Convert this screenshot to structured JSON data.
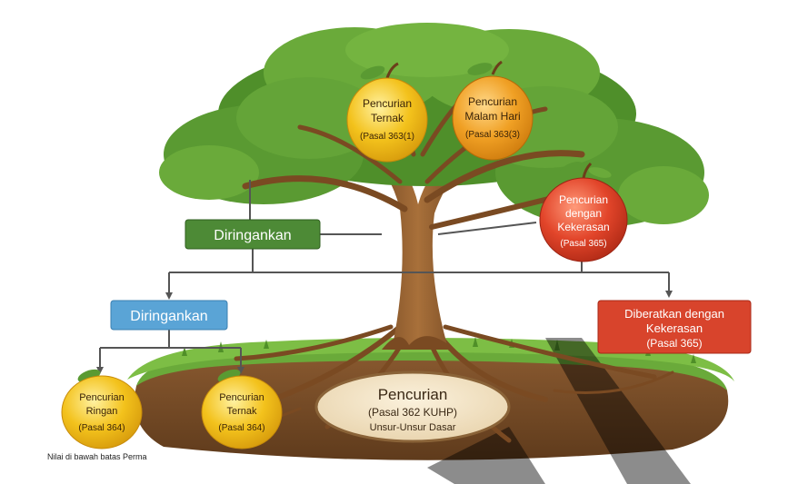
{
  "root": {
    "title": "Pencurian",
    "article": "(Pasal 362 KUHP)",
    "subtitle": "Unsur-Unsur Dasar"
  },
  "branches": {
    "upper_left_label": "Diringankan",
    "lower_left_label": "Diringankan",
    "right_label_line1": "Diberatkan dengan",
    "right_label_line2": "Kekerasan",
    "right_label_line3": "(Pasal 365)"
  },
  "fruits": {
    "ternak_363": {
      "line1": "Pencurian",
      "line2": "Ternak",
      "line3": "(Pasal 363(1)"
    },
    "malam_hari": {
      "line1": "Pencurian",
      "line2": "Malam Hari",
      "line3": "(Pasal 363(3)"
    },
    "kekerasan": {
      "line1": "Pencurian",
      "line2": "dengan",
      "line3": "Kekerasan",
      "line4": "(Pasal 365)"
    },
    "ringan": {
      "line1": "Pencurian",
      "line2": "Ringan",
      "line3": "(Pasal 364)"
    },
    "ternak_364": {
      "line1": "Pencurian",
      "line2": "Ternak",
      "line3": "(Pasal 364)"
    }
  },
  "notes": {
    "below_ringan": "Nilai di bawah batas Perma"
  },
  "colors": {
    "foliage": "#5a9a32",
    "trunk": "#8b5a2b",
    "soil": "#7a4e2a",
    "green_box": "#4d8a36",
    "blue_box": "#5aa4d6",
    "red_box": "#d8442c",
    "yellow_fruit": "#f3c21c",
    "orange_fruit": "#f0a024",
    "red_fruit": "#e2452a",
    "connector": "#555555"
  }
}
